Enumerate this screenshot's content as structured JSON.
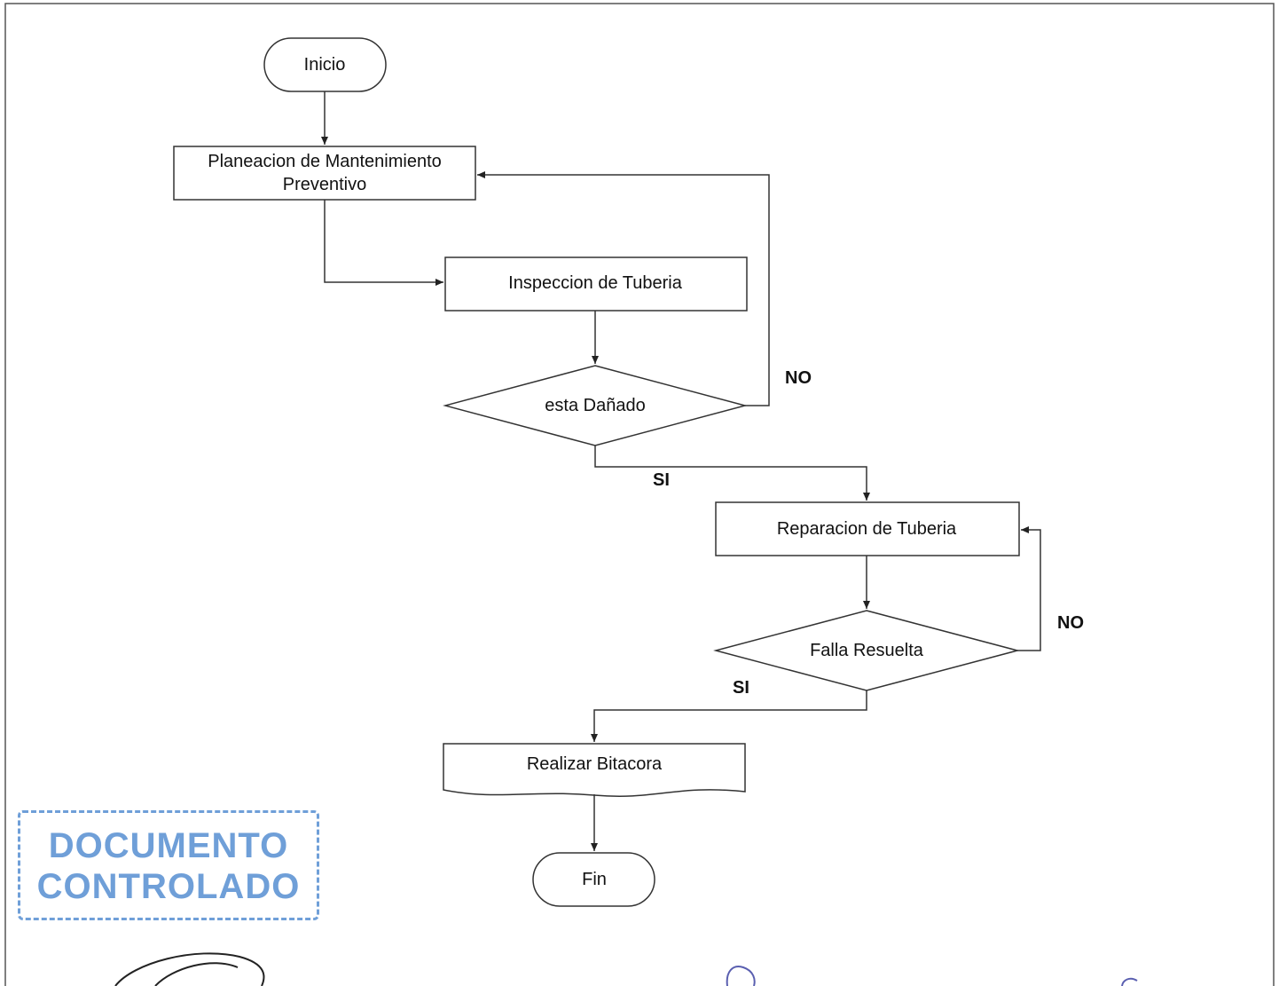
{
  "flowchart": {
    "nodes": {
      "inicio": "Inicio",
      "planeacion_line1": "Planeacion de Mantenimiento",
      "planeacion_line2": "Preventivo",
      "inspeccion": "Inspeccion de Tuberia",
      "decision_danado": "esta Dañado",
      "reparacion": "Reparacion de Tuberia",
      "decision_falla": "Falla Resuelta",
      "bitacora": "Realizar Bitacora",
      "fin": "Fin"
    },
    "edge_labels": {
      "danado_no": "NO",
      "danado_si": "SI",
      "falla_no": "NO",
      "falla_si": "SI"
    }
  },
  "stamp": {
    "line1": "DOCUMENTO",
    "line2": "CONTROLADO",
    "color": "#6f9fd8"
  },
  "colors": {
    "line": "#333333",
    "text": "#111111"
  }
}
